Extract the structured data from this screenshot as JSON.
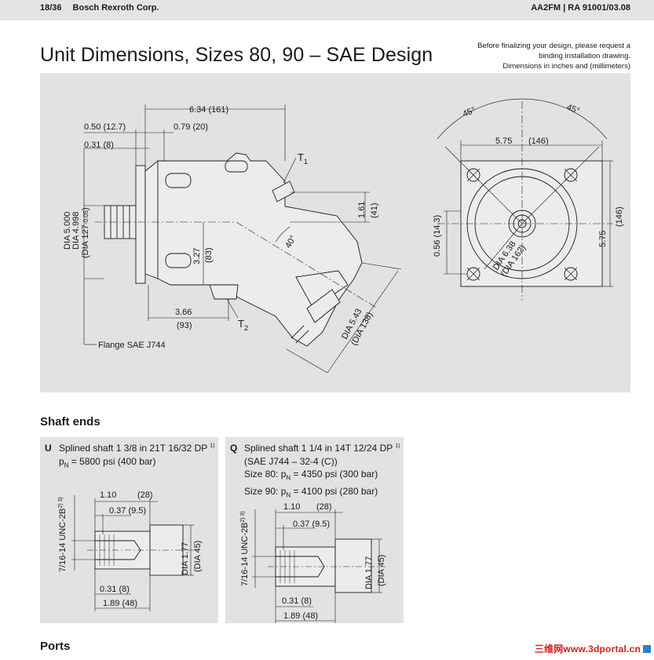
{
  "header": {
    "page": "18/36",
    "company": "Bosch Rexroth Corp.",
    "doc_ref": "AA2FM | RA 91001/03.08"
  },
  "title": "Unit Dimensions, Sizes 80, 90 – SAE Design",
  "note": {
    "line1": "Before finalizing your design, please request a",
    "line2": "binding installation drawing.",
    "line3": "Dimensions in inches and (millimeters)"
  },
  "drawing": {
    "dim_634": "6.34  (161)",
    "dim_050": "0.50 (12.7)",
    "dim_079": "0.79  (20)",
    "dim_031": "0.31 (8)",
    "port_t1": "T",
    "port_t1_sub": "1",
    "dia_5000": "DIA 5.000",
    "dia_4998": "DIA 4.998",
    "dia_127": "(DIA 127",
    "dia_127_tol": "-0.05",
    "dia_127_close": ")",
    "dim_161": "1.61",
    "dim_41": "(41)",
    "angle_40": "40°",
    "dim_327": "3.27",
    "dim_83": "(83)",
    "dim_366": "3.66",
    "dim_93": "(93)",
    "port_t2": "T",
    "port_t2_sub": "2",
    "dia_543": "DIA 5.43",
    "dia_138": "(DIA 138)",
    "flange": "Flange SAE J744",
    "angle_45a": "45°",
    "angle_45b": "45°",
    "dim_575h": "5.75",
    "dim_146h": "(146)",
    "dim_056": "0.56 (14.3)",
    "dim_575v": "5.75",
    "dim_146v": "(146)",
    "dia_638": "DIA 6.38",
    "dia_162": "(DIA 162)"
  },
  "sections": {
    "shaft_ends": "Shaft ends",
    "ports": "Ports"
  },
  "shaft_u": {
    "code": "U",
    "line1": "Splined shaft 1 3/8 in 21T 16/32 DP",
    "line1_sup": "1)",
    "line2_pre": "p",
    "line2_sub": "N",
    "line2_post": " = 5800 psi (400 bar)",
    "dim_110": "1.10",
    "dim_28": "(28)",
    "dim_037": "0.37 (9.5)",
    "thread": "7/16-14 UNC-2B",
    "thread_sup": "2) 3)",
    "dia_177": "DIA 1.77",
    "dia_45": "(DIA 45)",
    "dim_031": "0.31 (8)",
    "dim_189": "1.89  (48)"
  },
  "shaft_q": {
    "code": "Q",
    "line1": "Splined shaft 1 1/4 in 14T 12/24 DP",
    "line1_sup": "1)",
    "line2": "(SAE J744 – 32-4 (C))",
    "line3_pre": "Size 80: p",
    "line3_sub": "N",
    "line3_post": " = 4350 psi (300 bar)",
    "line4_pre": "Size 90: p",
    "line4_sub": "N",
    "line4_post": " = 4100 psi (280 bar)",
    "dim_110": "1.10",
    "dim_28": "(28)",
    "dim_037": "0.37 (9.5)",
    "thread": "7/16-14 UNC-2B",
    "thread_sup": "2) 3)",
    "dia_177": "DIA 1.77",
    "dia_45": "(DIA 45)",
    "dim_031": "0.31 (8)",
    "dim_189": "1.89  (48)"
  },
  "watermark": "三维网www.3dportal.cn",
  "colors": {
    "panel": "#e2e2e2",
    "topbar": "#e4e4e4",
    "ink": "#1a1a1a",
    "watermark": "#d21e1e"
  }
}
